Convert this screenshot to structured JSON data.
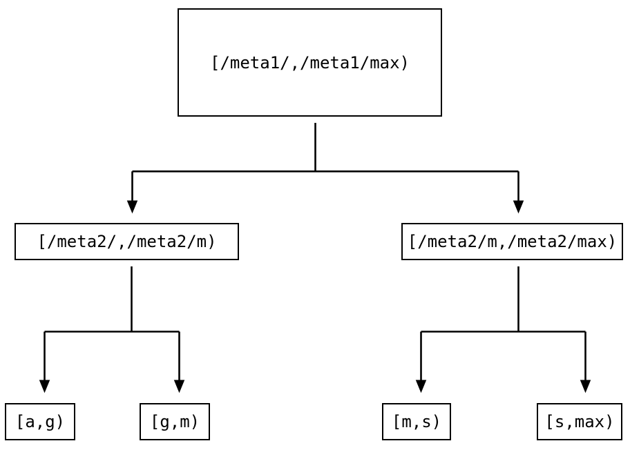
{
  "diagram": {
    "type": "tree",
    "root": {
      "label": "[/meta1/,/meta1/max)",
      "children": [
        {
          "label": "[/meta2/,/meta2/m)",
          "children": [
            {
              "label": "[a,g)"
            },
            {
              "label": "[g,m)"
            }
          ]
        },
        {
          "label": "[/meta2/m,/meta2/max)",
          "children": [
            {
              "label": "[m,s)"
            },
            {
              "label": "[s,max)"
            }
          ]
        }
      ]
    },
    "colors": {
      "background": "#ffffff",
      "box_fill": "#ffffff",
      "box_border": "#000000",
      "line": "#000000",
      "text": "#000000"
    }
  }
}
